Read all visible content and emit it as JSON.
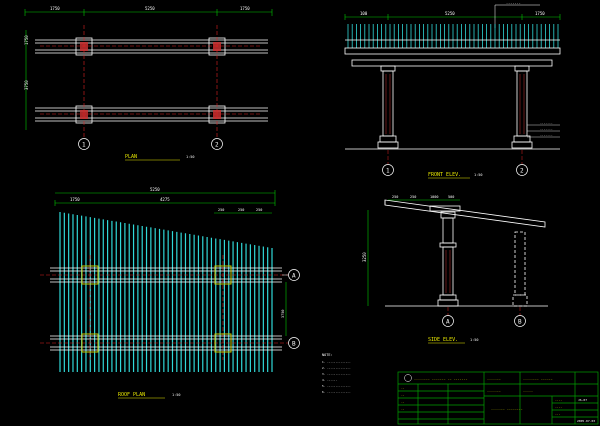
{
  "colors": {
    "background": "#000000",
    "line_white": "#ffffff",
    "title_yellow": "#e8e800",
    "dim_green": "#00c800",
    "slat_cyan": "#30d8d8",
    "grid_red": "#e02020",
    "axis_red": "#d04040",
    "table_green": "#00a000",
    "highlight_yellow": "#c8c800"
  },
  "views": {
    "top_plan": {
      "title": "PLAN",
      "scale": "1:50",
      "dims_top": [
        "1750",
        "5250",
        "1750"
      ],
      "dims_left": [
        "1750",
        "3750"
      ],
      "axes": [
        "1",
        "2"
      ]
    },
    "front_elevation": {
      "title": "FRONT ELEV.",
      "scale": "1:50",
      "dims_top": [
        "100",
        "5250",
        "1750"
      ],
      "callout": "-------",
      "notes": [
        "-------",
        "-------",
        "-------"
      ],
      "axes": [
        "1",
        "2"
      ]
    },
    "roof_plan": {
      "title": "ROOF PLAN",
      "scale": "1:50",
      "dims_top_total": "5250",
      "dims_top": [
        "1750",
        "4275",
        "250",
        "250",
        "250"
      ],
      "axes_right": [
        "A",
        "B"
      ],
      "right_dims": [
        "3750"
      ]
    },
    "side_elevation": {
      "title": "SIDE ELEV.",
      "scale": "1:50",
      "dims_top": [
        "250",
        "250",
        "1000",
        "500"
      ],
      "dims_left": [
        "3250"
      ],
      "axes": [
        "A",
        "B"
      ]
    }
  },
  "notes": {
    "heading": "NOTE:",
    "items": [
      "1. --------------",
      "2. --------------",
      "3. --------------",
      "4. ------",
      "5. --------------",
      "6. --------------"
    ]
  },
  "title_block": {
    "company": "-------- ------- -- -------",
    "project_label": "-------",
    "project_value": "-------- ------",
    "drawing_label": "-------",
    "drawing_value": "-----",
    "sheet_name": "------- --------",
    "sheet_no_label": "----",
    "sheet_no_value": "JS-07",
    "date_label": "----",
    "date_value": "2005.07.03",
    "stage": "---",
    "rows": [
      "--",
      "--",
      "--",
      "--"
    ]
  }
}
